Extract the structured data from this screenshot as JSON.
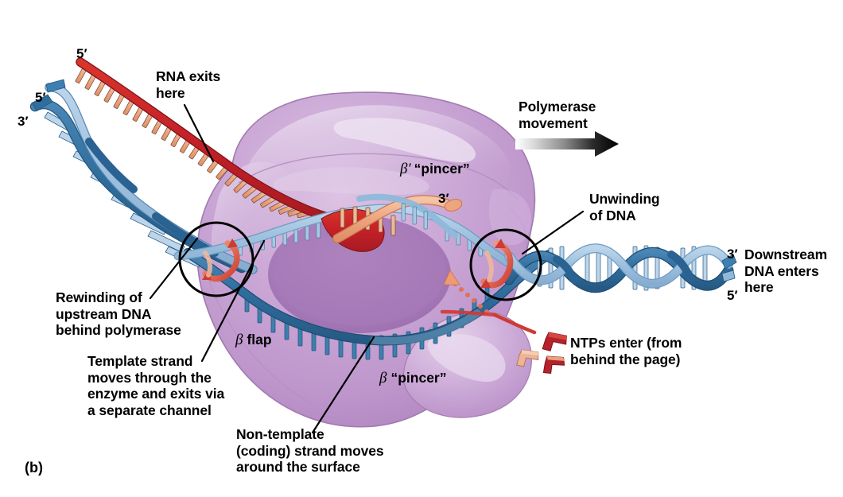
{
  "figure": {
    "panel_tag": "(b)",
    "domain_subject": "RNA polymerase transcription elongation complex"
  },
  "palette": {
    "polymerase_body": "#c5a2cf",
    "polymerase_light": "#d8bde0",
    "polymerase_highlight": "#e6d4ea",
    "polymerase_shadow": "#a681b4",
    "polymerase_deep": "#9c73ad",
    "polymerase_outline": "#8e6aa0",
    "dna_dark_blue": "#2f6e9e",
    "dna_mid_blue": "#3d7fb0",
    "dna_light_blue": "#8fb8da",
    "dna_pale_blue": "#a8c8e2",
    "rna_red": "#cc2229",
    "rna_salmon": "#e8a07e",
    "salmon_light": "#f0b896",
    "arrow_red": "#d6483f",
    "black": "#000000",
    "white": "#ffffff"
  },
  "labels": {
    "rna_exits": "RNA exits\nhere",
    "polymerase_movement": "Polymerase\nmovement",
    "unwinding": "Unwinding\nof DNA",
    "downstream": "Downstream\nDNA enters\nhere",
    "ntps": "NTPs enter (from\nbehind the page)",
    "rewinding": "Rewinding of\nupstream DNA\nbehind polymerase",
    "template_strand": "Template strand\nmoves through the\nenzyme and exits via\na separate channel",
    "non_template": "Non-template\n(coding) strand moves\naround the surface",
    "beta_prime_pincer_greek": "β′",
    "beta_prime_pincer_text": "“pincer”",
    "beta_flap_greek": "β",
    "beta_flap_text": "flap",
    "beta_pincer_greek": "β",
    "beta_pincer_text": "“pincer”"
  },
  "prime_markers": {
    "rna_five_prime": "5′",
    "upstream_five_prime": "5′",
    "upstream_three_prime": "3′",
    "hybrid_three_prime": "3′",
    "downstream_three_prime": "3′",
    "downstream_five_prime": "5′"
  }
}
